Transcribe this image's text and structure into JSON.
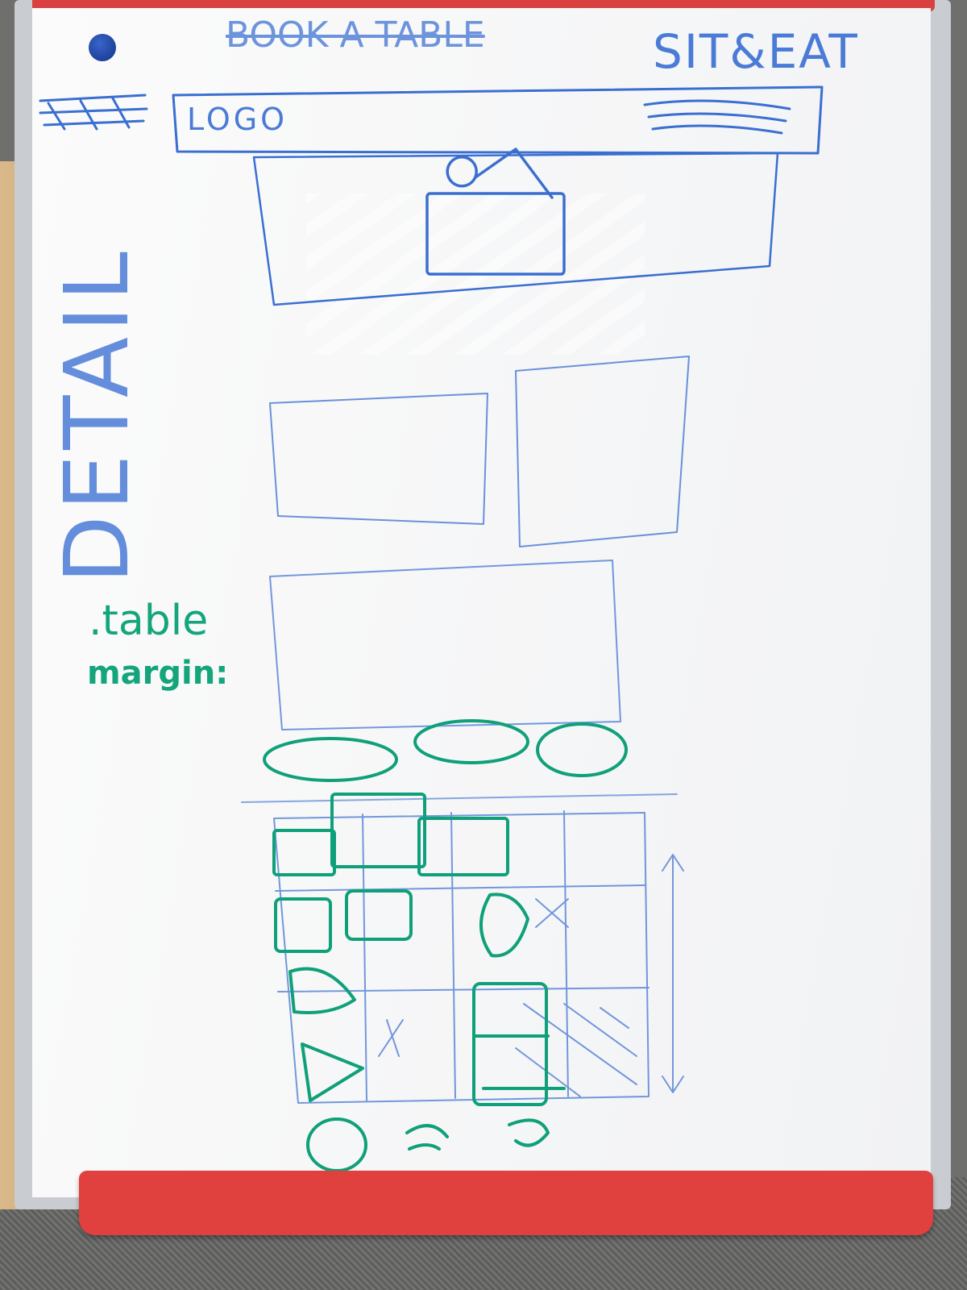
{
  "whiteboard": {
    "title_crossed": "BOOK A TABLE",
    "title": "SIT&EAT",
    "header_logo": "LOGO",
    "side_label": "DETAIL",
    "note_line1": ".table",
    "note_line2": "margin:"
  },
  "colors": {
    "blue_marker": "#3a6fd0",
    "green_marker": "#0fa07a",
    "tray_red": "#e0403e"
  }
}
